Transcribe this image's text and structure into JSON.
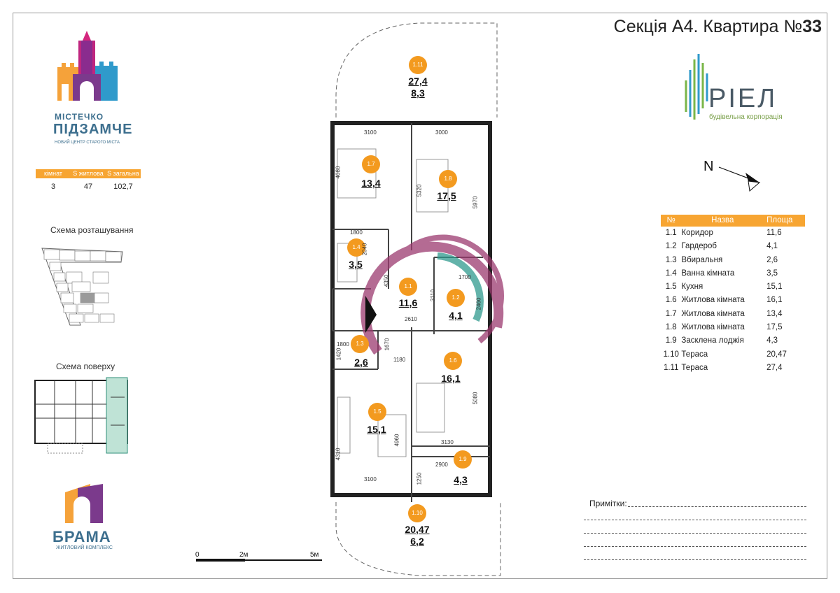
{
  "header": {
    "title_prefix": "Секція А4. Квартира №",
    "title_number": "33"
  },
  "logo_left": {
    "line1": "МІСТЕЧКО",
    "line2": "ПІДЗАМЧЕ",
    "line3": "НОВИЙ ЦЕНТР СТАРОГО МІСТА"
  },
  "stats": {
    "headers": [
      "кімнат",
      "S житлова",
      "S загальна"
    ],
    "values": [
      "3",
      "47",
      "102,7"
    ]
  },
  "schemes": {
    "location_label": "Схема розташування",
    "floor_label": "Схема поверху"
  },
  "logo_bottom": {
    "name": "БРАМА",
    "subtitle": "ЖИТЛОВИЙ КОМПЛЕКС"
  },
  "logo_right": {
    "name": "РІЕЛ",
    "subtitle": "будівельна корпорація"
  },
  "compass": {
    "label": "N"
  },
  "rooms_table": {
    "headers": [
      "№",
      "Назва",
      "Площа"
    ],
    "rows": [
      [
        "1.1",
        "Коридор",
        "11,6"
      ],
      [
        "1.2",
        "Гардероб",
        "4,1"
      ],
      [
        "1.3",
        "Вбиральня",
        "2,6"
      ],
      [
        "1.4",
        "Ванна кімната",
        "3,5"
      ],
      [
        "1.5",
        "Кухня",
        "15,1"
      ],
      [
        "1.6",
        "Житлова кімната",
        "16,1"
      ],
      [
        "1.7",
        "Житлова кімната",
        "13,4"
      ],
      [
        "1.8",
        "Житлова кімната",
        "17,5"
      ],
      [
        "1.9",
        "Засклена лоджія",
        "4,3"
      ],
      [
        "1.10",
        "Тераса",
        "20,47"
      ],
      [
        "1.11",
        "Тераса",
        "27,4"
      ]
    ]
  },
  "notes": {
    "label": "Примітки:"
  },
  "scale": {
    "labels": [
      "0",
      "2м",
      "5м"
    ]
  },
  "plan": {
    "rooms": [
      {
        "id": "1.11",
        "area": "27,4",
        "area2": "8,3"
      },
      {
        "id": "1.7",
        "area": "13,4"
      },
      {
        "id": "1.8",
        "area": "17,5"
      },
      {
        "id": "1.4",
        "area": "3,5"
      },
      {
        "id": "1.1",
        "area": "11,6"
      },
      {
        "id": "1.2",
        "area": "4,1"
      },
      {
        "id": "1.3",
        "area": "2,6"
      },
      {
        "id": "1.6",
        "area": "16,1"
      },
      {
        "id": "1.5",
        "area": "15,1"
      },
      {
        "id": "1.9",
        "area": "4,3"
      },
      {
        "id": "1.10",
        "area": "20,47",
        "area2": "6,2"
      }
    ],
    "dimensions": {
      "d3100_top": "3100",
      "d3000_top": "3000",
      "d4080": "4080",
      "d5320": "5320",
      "d5970": "5970",
      "d1800_top": "1800",
      "d2040": "2040",
      "d4350": "4350",
      "d3110": "3110",
      "d1700": "1700",
      "d2460": "2460",
      "d2610": "2610",
      "d1800_mid": "1800",
      "d1420": "1420",
      "d1670": "1670",
      "d1180": "1180",
      "d5080": "5080",
      "d4960": "4960",
      "d3130": "3130",
      "d2900": "2900",
      "d4310": "4310",
      "d1250": "1250",
      "d3100_bot": "3100"
    }
  }
}
